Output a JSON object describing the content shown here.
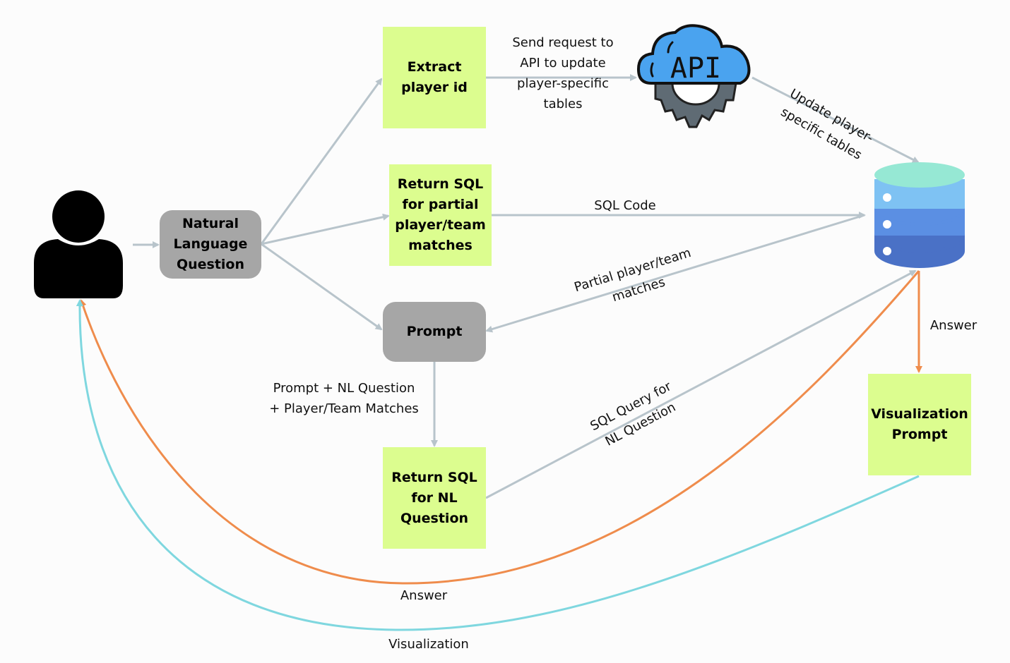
{
  "title": "NL to SQL pipeline with player-specific API updates",
  "colors": {
    "process_box": "#dcfd8f",
    "decision_box": "#a6a6a6",
    "flow_arrow": "#b8c4cb",
    "answer_arrow": "#ef8c4c",
    "visualization_arrow": "#7fd7df"
  },
  "nodes": {
    "user": {
      "icon": "user-icon"
    },
    "nl_question": {
      "label": "Natural\nLanguage\nQuestion"
    },
    "extract_player_id": {
      "label": "Extract\nplayer id"
    },
    "return_sql_partial": {
      "label": "Return SQL\nfor partial\nplayer/team\nmatches"
    },
    "prompt": {
      "label": "Prompt"
    },
    "return_sql_nl": {
      "label": "Return SQL\nfor NL\nQuestion"
    },
    "api": {
      "icon": "api-cloud-gear-icon",
      "label": "API"
    },
    "database": {
      "icon": "database-icon"
    },
    "visualization_prompt": {
      "label": "Visualization\nPrompt"
    }
  },
  "edges": {
    "send_request": {
      "label": "Send request to\nAPI to update\nplayer-specific\ntables"
    },
    "update_tables": {
      "label": "Update player-\nspecific tables"
    },
    "sql_code": {
      "label": "SQL Code"
    },
    "partial_matches": {
      "label": "Partial player/team\nmatches"
    },
    "prompt_inputs": {
      "label": "Prompt + NL Question\n+ Player/Team Matches"
    },
    "sql_query_nl": {
      "label": "SQL Query for\nNL Question"
    },
    "answer_db": {
      "label": "Answer"
    },
    "answer_user": {
      "label": "Answer"
    },
    "visualization": {
      "label": "Visualization"
    }
  }
}
